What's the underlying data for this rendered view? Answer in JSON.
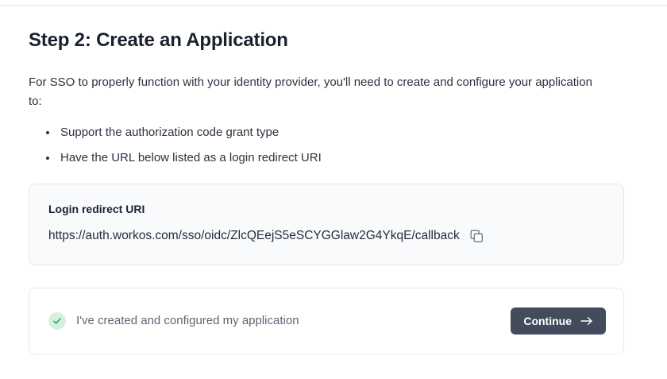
{
  "page": {
    "title": "Step 2: Create an Application",
    "intro": "For SSO to properly function with your identity provider, you'll need to create and configure your application to:",
    "requirements": [
      "Support the authorization code grant type",
      "Have the URL below listed as a login redirect URI"
    ]
  },
  "redirect_uri_card": {
    "label": "Login redirect URI",
    "value": "https://auth.workos.com/sso/oidc/ZlcQEejS5eSCYGGlaw2G4YkqE/callback",
    "copy_icon": "copy-icon"
  },
  "confirm_card": {
    "status_icon": "check-icon",
    "text": "I've created and configured my application",
    "continue_label": "Continue",
    "continue_arrow_icon": "arrow-right-icon"
  },
  "colors": {
    "button_background": "#434b5c",
    "check_circle_background": "#d4f0df",
    "check_mark": "#34a05e",
    "card_background": "#f8fafc",
    "border": "#e4e8ee"
  }
}
